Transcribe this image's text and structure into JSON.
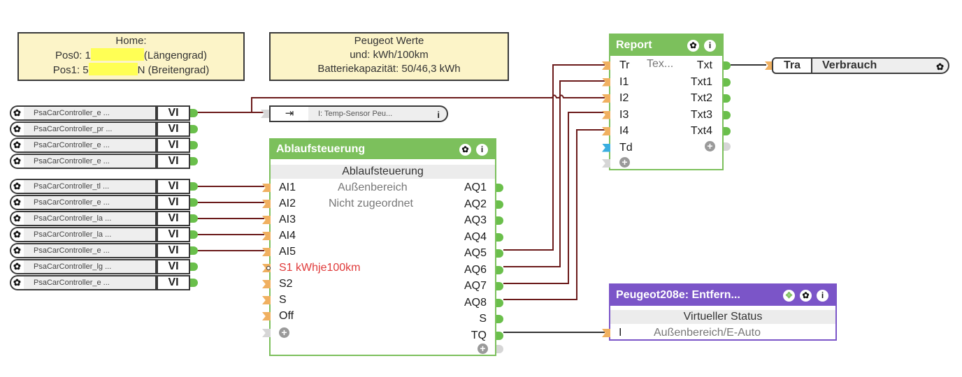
{
  "comments": {
    "home": {
      "title": "Home:",
      "pos0_prefix": "Pos0: 1",
      "pos0_suffix": "(Längengrad)",
      "pos1_prefix": "Pos1: 5",
      "pos1_suffix": "N (Breitengrad)"
    },
    "peugeot": {
      "line1": "Peugeot Werte",
      "line2": "und: kWh/100km",
      "line3": "Batteriekapazität: 50/46,3 kWh"
    }
  },
  "variables": [
    {
      "name": "PsaCarController_e ...",
      "type": "VI"
    },
    {
      "name": "PsaCarController_pr ...",
      "type": "VI"
    },
    {
      "name": "PsaCarController_e ...",
      "type": "VI"
    },
    {
      "name": "PsaCarController_e ...",
      "type": "VI"
    },
    {
      "name": "PsaCarController_tl ...",
      "type": "VI"
    },
    {
      "name": "PsaCarController_e ...",
      "type": "VI"
    },
    {
      "name": "PsaCarController_la ...",
      "type": "VI"
    },
    {
      "name": "PsaCarController_la ...",
      "type": "VI"
    },
    {
      "name": "PsaCarController_e ...",
      "type": "VI"
    },
    {
      "name": "PsaCarController_lg ...",
      "type": "VI"
    },
    {
      "name": "PsaCarController_e ...",
      "type": "VI"
    }
  ],
  "ref_block": {
    "icon": "⇥",
    "label": "I: Temp-Sensor Peu...",
    "info": "i"
  },
  "ablauf": {
    "title": "Ablaufsteuerung",
    "subtitle": "Ablaufsteuerung",
    "desc1": "Außenbereich",
    "desc2": "Nicht zugeordnet",
    "inputs": [
      "AI1",
      "AI2",
      "AI3",
      "AI4",
      "AI5",
      "S1 kWhje100km",
      "S2",
      "S",
      "Off"
    ],
    "outputs": [
      "AQ1",
      "AQ2",
      "AQ3",
      "AQ4",
      "AQ5",
      "AQ6",
      "AQ7",
      "AQ8",
      "S",
      "TQ"
    ],
    "color": "#7cc05c"
  },
  "report": {
    "title": "Report",
    "param": "Tex...",
    "inputs": [
      "Tr",
      "I1",
      "I2",
      "I3",
      "I4",
      "Td"
    ],
    "outputs": [
      "Txt",
      "Txt1",
      "Txt2",
      "Txt3",
      "Txt4"
    ],
    "color": "#7cc05c"
  },
  "output_node": {
    "short": "Tra",
    "label": "Verbrauch"
  },
  "status_block": {
    "title": "Peugeot208e: Entfern...",
    "subtitle": "Virtueller Status",
    "input": "I",
    "value": "Außenbereich/E-Auto",
    "color": "#7b55c8"
  },
  "icons": {
    "gear": "✿",
    "info": "i",
    "plus": "+",
    "move": "✥"
  }
}
